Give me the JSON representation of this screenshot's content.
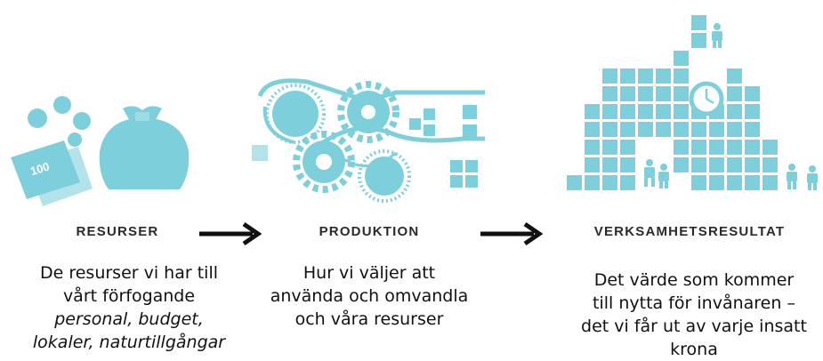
{
  "colors": {
    "accent": "#7ecfdc",
    "arrow": "#111111"
  },
  "stages": [
    {
      "heading": "RESURSER",
      "lines": [
        "De resurser vi har till",
        "vårt förfogande"
      ],
      "italic_lines": [
        "personal, budget,",
        "lokaler, naturtillgångar"
      ],
      "banknote_text": "100"
    },
    {
      "heading": "PRODUKTION",
      "lines": [
        "Hur vi väljer att",
        "använda och omvandla",
        "och våra resurser"
      ]
    },
    {
      "heading": "VERKSAMHETSRESULTAT",
      "lines": [
        "Det värde som kommer",
        "till nytta för invånaren –",
        "det vi får ut av varje insatt",
        "krona"
      ]
    }
  ]
}
